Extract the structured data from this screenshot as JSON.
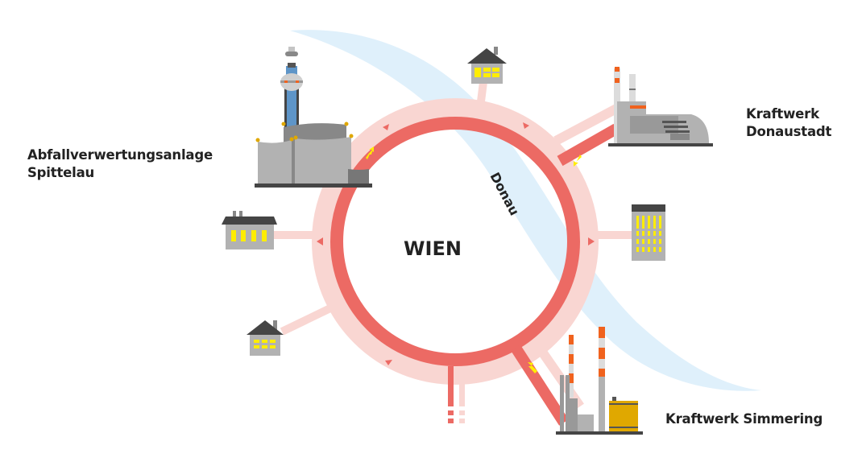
{
  "title": "Fernwärme Netz Wien",
  "city_label": "WIEN",
  "river_label": "Donau",
  "plants": [
    {
      "id": "spittelau",
      "name_line1": "Abfallverwertungsanlage",
      "name_line2": "Spittelau"
    },
    {
      "id": "donaustadt",
      "name_line1": "Kraftwerk",
      "name_line2": "Donaustadt"
    },
    {
      "id": "simmering",
      "name_line1": "Kraftwerk Simmering",
      "name_line2": ""
    }
  ],
  "consumers": [
    {
      "id": "house-top",
      "type": "house"
    },
    {
      "id": "office-right",
      "type": "office-building"
    },
    {
      "id": "apartment-left",
      "type": "apartment-house"
    },
    {
      "id": "house-bottom-left",
      "type": "house"
    }
  ],
  "colors": {
    "supply_line": "#ec6a64",
    "return_line": "#f9d6d2",
    "river": "#dff0fb",
    "building_gray": "#b2b2b2",
    "building_dark": "#888888",
    "roof": "#454545",
    "window": "#ffed00",
    "flow_arrow": "#ffed00",
    "chimney_orange": "#f0621e",
    "tank": "#e0a800",
    "text": "#222222"
  }
}
